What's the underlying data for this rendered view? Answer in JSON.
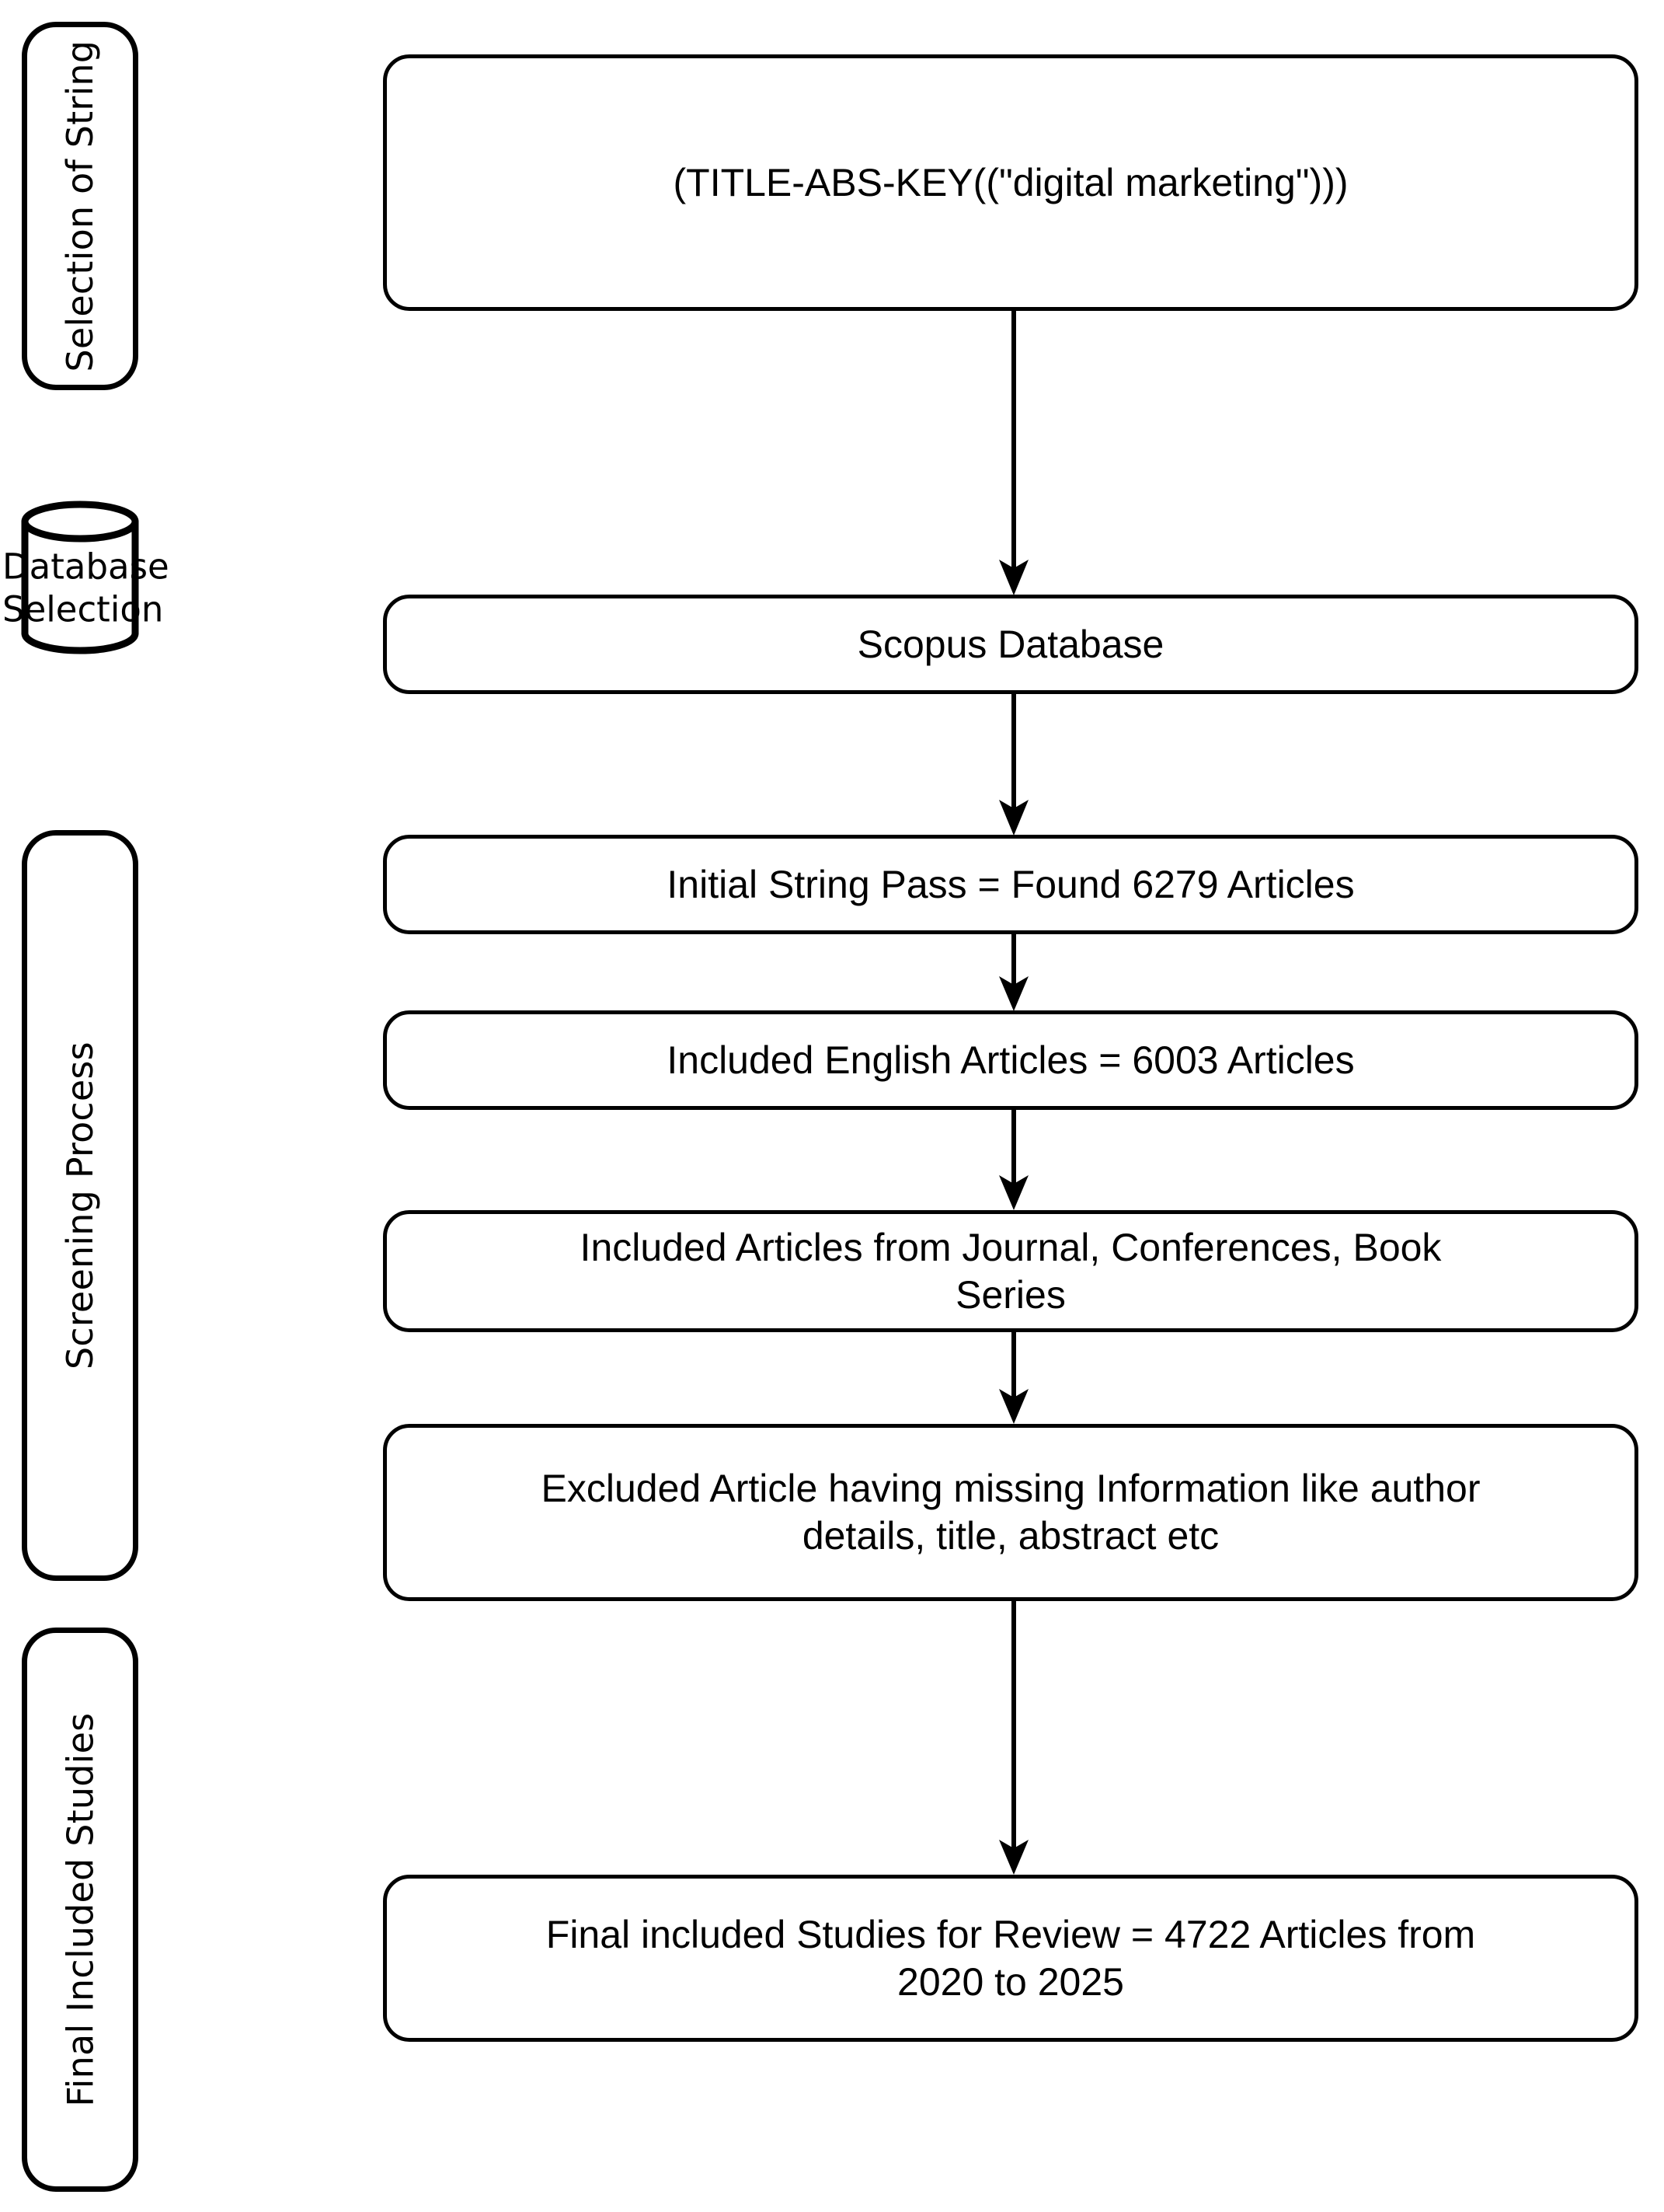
{
  "diagram": {
    "title": "Article selection and screening flowchart",
    "stroke_color": "#000000",
    "background_color": "#ffffff",
    "phases": [
      {
        "id": "selection-of-string",
        "label": "Selection of String",
        "shape": "rounded-rectangle"
      },
      {
        "id": "database-selection",
        "label_line_1": "Database",
        "label_line_2": "Selection",
        "shape": "cylinder"
      },
      {
        "id": "screening-process",
        "label": "Screening Process",
        "shape": "rounded-rectangle"
      },
      {
        "id": "final-included-studies",
        "label": "Final Included Studies",
        "shape": "rounded-rectangle"
      }
    ],
    "nodes": [
      {
        "id": "search-string",
        "text": "(TITLE-ABS-KEY((\"digital marketing\")))"
      },
      {
        "id": "scopus-database",
        "text": "Scopus Database"
      },
      {
        "id": "initial-string-pass",
        "text": "Initial String Pass = Found 6279 Articles"
      },
      {
        "id": "included-english-articles",
        "text": "Included English Articles = 6003 Articles"
      },
      {
        "id": "included-source-types",
        "line_1": "Included Articles from Journal, Conferences, Book",
        "line_2": "Series"
      },
      {
        "id": "excluded-missing-info",
        "line_1": "Excluded Article having missing Information like author",
        "line_2": "details, title, abstract etc"
      },
      {
        "id": "final-included",
        "line_1": "Final included Studies for Review = 4722 Articles from",
        "line_2": "2020 to 2025"
      }
    ],
    "edges": [
      {
        "from": "search-string",
        "to": "scopus-database"
      },
      {
        "from": "scopus-database",
        "to": "initial-string-pass"
      },
      {
        "from": "initial-string-pass",
        "to": "included-english-articles"
      },
      {
        "from": "included-english-articles",
        "to": "included-source-types"
      },
      {
        "from": "included-source-types",
        "to": "excluded-missing-info"
      },
      {
        "from": "excluded-missing-info",
        "to": "final-included"
      }
    ]
  }
}
